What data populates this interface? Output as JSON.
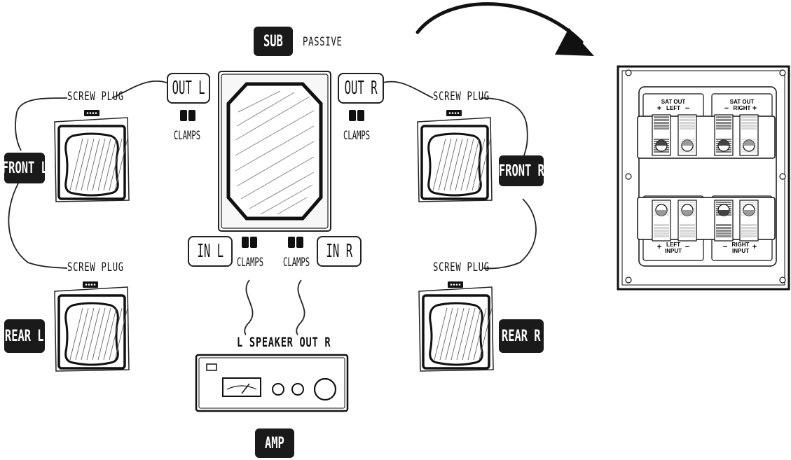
{
  "sub": {
    "label": "SUB",
    "type": "PASSIVE"
  },
  "outputs": {
    "left": "OUT L",
    "right": "OUT R"
  },
  "inputs": {
    "left": "IN L",
    "right": "IN R"
  },
  "clamps_label": "CLAMPS",
  "screw_plug_label": "SCREW PLUG",
  "speakers": {
    "front_left": "FRONT L",
    "front_right": "FRONT R",
    "rear_left": "REAR L",
    "rear_right": "REAR R"
  },
  "amp": {
    "label": "AMP",
    "speaker_out": "L SPEAKER OUT R"
  },
  "panel": {
    "sat_out": "SAT OUT",
    "left": "LEFT",
    "right": "RIGHT",
    "input": "INPUT",
    "plus": "+",
    "minus": "−"
  }
}
